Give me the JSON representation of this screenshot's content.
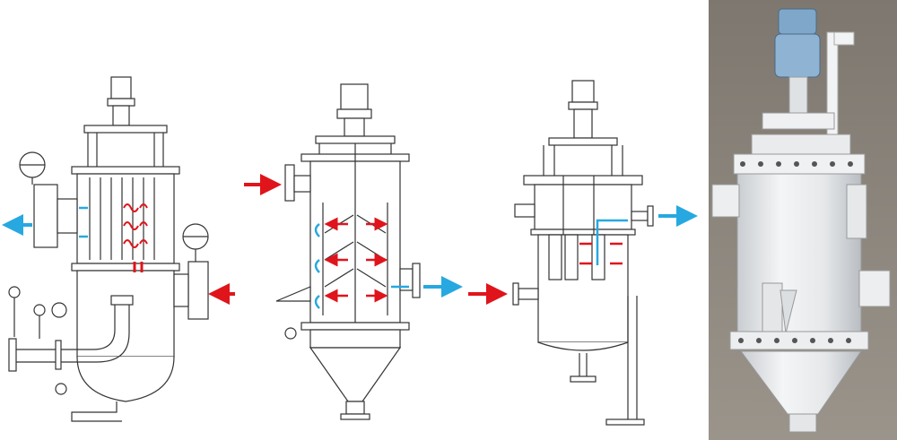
{
  "figure": {
    "background": "#ffffff",
    "colors": {
      "line": "#333333",
      "inlet_arrow": "#e0141b",
      "outlet_arrow": "#27a8e0",
      "vessel_photo": "#eef0f2",
      "motor_photo": "#7fa7c9",
      "photo_wall": "#8a847c"
    },
    "panels": [
      {
        "id": "drawing-1",
        "kind": "line-drawing",
        "icon": "brush-filter-icon"
      },
      {
        "id": "drawing-2",
        "kind": "line-drawing",
        "icon": "scraper-filter-icon"
      },
      {
        "id": "drawing-3",
        "kind": "line-drawing",
        "icon": "candle-filter-icon"
      },
      {
        "id": "photo",
        "kind": "photograph",
        "icon": "filter-photo-icon"
      }
    ]
  }
}
